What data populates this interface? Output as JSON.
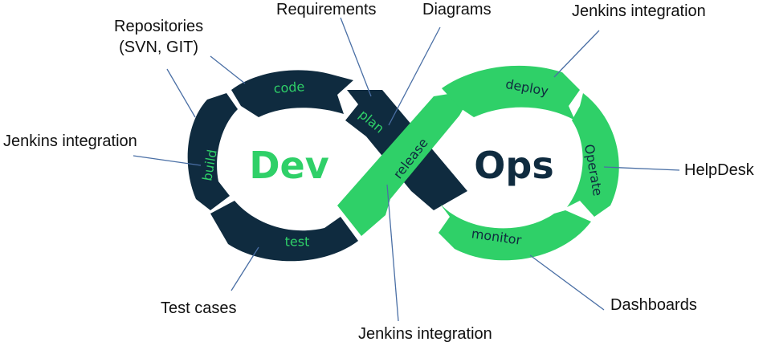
{
  "center_labels": {
    "left": "Dev",
    "right": "Ops"
  },
  "segments": {
    "code": "code",
    "plan": "plan",
    "build": "build",
    "test": "test",
    "release": "release",
    "deploy": "deploy",
    "operate": "Operate",
    "monitor": "monitor"
  },
  "callouts": {
    "repositories_line1": "Repositories",
    "repositories_line2": "(SVN, GIT)",
    "requirements": "Requirements",
    "diagrams": "Diagrams",
    "jenkins_top": "Jenkins integration",
    "jenkins_left": "Jenkins integration",
    "helpdesk": "HelpDesk",
    "test_cases": "Test cases",
    "dashboards": "Dashboards",
    "jenkins_bottom": "Jenkins integration"
  },
  "colors": {
    "dark": "#0f2b3f",
    "green": "#2fd068",
    "leader": "#4a6fa5"
  }
}
